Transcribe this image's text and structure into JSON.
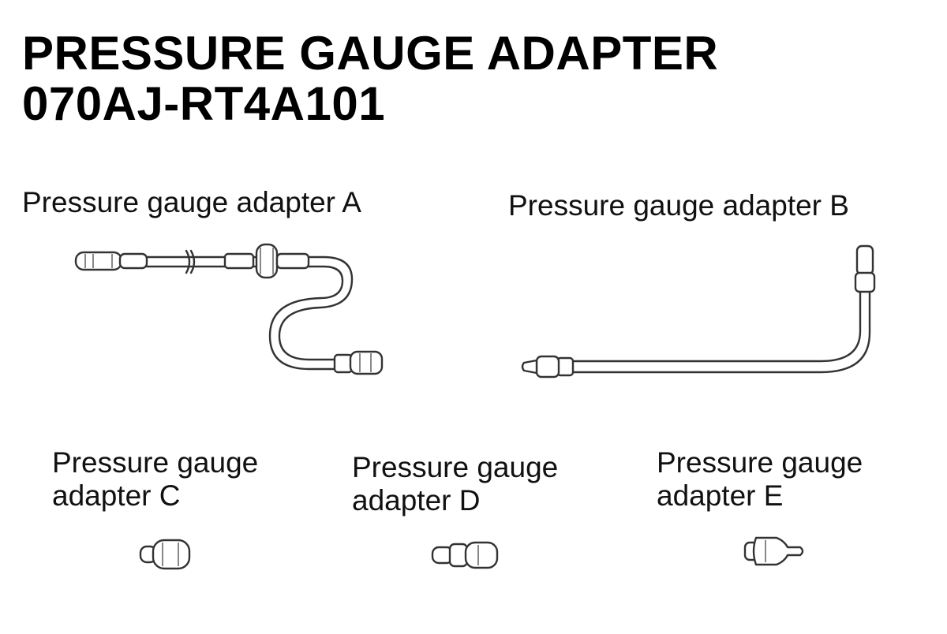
{
  "title": {
    "line1": "PRESSURE GAUGE ADAPTER",
    "line2": "070AJ-RT4A101"
  },
  "parts": [
    {
      "id": "A",
      "label": "Pressure gauge adapter A"
    },
    {
      "id": "B",
      "label": "Pressure gauge adapter B"
    },
    {
      "id": "C",
      "label_line1": "Pressure gauge",
      "label_line2": "adapter C"
    },
    {
      "id": "D",
      "label_line1": "Pressure gauge",
      "label_line2": "adapter D"
    },
    {
      "id": "E",
      "label_line1": "Pressure gauge",
      "label_line2": "adapter E"
    }
  ]
}
